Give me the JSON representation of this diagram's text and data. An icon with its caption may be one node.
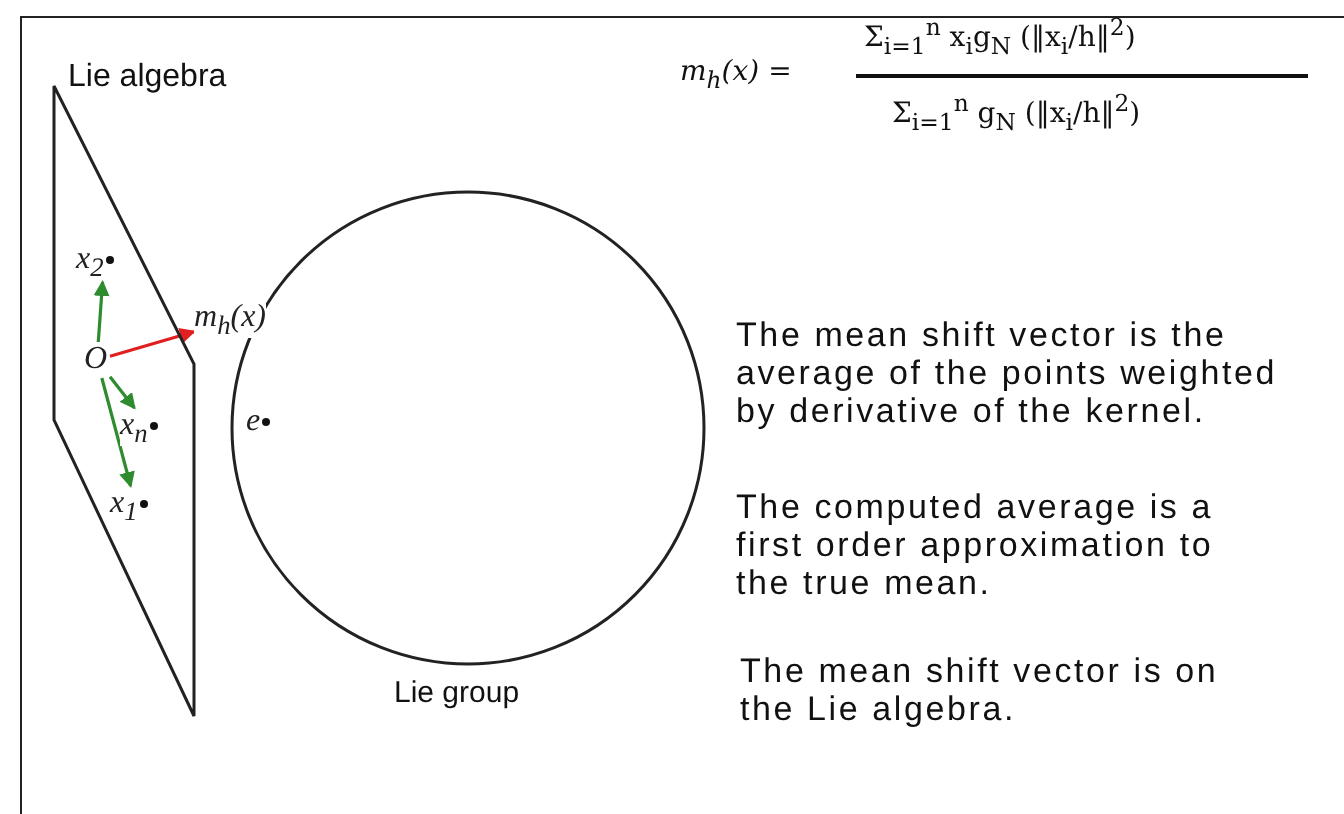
{
  "diagram": {
    "nodes": [
      {
        "text": [
          "Lie algebra"
        ]
      },
      {
        "text": [
          "O"
        ],
        "in": 0
      },
      {
        "text": [
          "x$_{2}$"
        ],
        "in": 0
      },
      {
        "text": [
          "m$_{h}$(x)"
        ]
      },
      {
        "text": [
          "x$_{n}$"
        ],
        "in": 0
      },
      {
        "text": [
          "x$_{1}$"
        ],
        "in": 0
      },
      {
        "text": [
          "e"
        ],
        "beside": [
          "Lie group"
        ]
      }
    ],
    "edges": [
      {
        "from": 1,
        "to": 2,
        "arrow": "to",
        "color": "#2e8b2e"
      },
      {
        "from": 1,
        "to": 3,
        "arrow": "to",
        "color": "#e02020"
      },
      {
        "from": 1,
        "to": 4,
        "arrow": "to",
        "color": "#2e8b2e"
      },
      {
        "from": 1,
        "to": 5,
        "arrow": "to",
        "color": "#2e8b2e"
      }
    ],
    "labels": [
      "m$_{h}$(x) =",
      "Σ$_{i=1}$$^{n}$ x$_{i}$g$_{N}$ (‖x$_{i}$/h‖$^{2}$)",
      "Σ$_{i=1}$$^{n}$ g$_{N}$ (‖x$_{i}$/h‖$^{2}$)",
      "The mean shift vector is the average of the points weighted by derivative of the kernel.",
      "The computed average is a first order approximation to the true mean.",
      "The mean shift vector is on the Lie algebra."
    ]
  }
}
